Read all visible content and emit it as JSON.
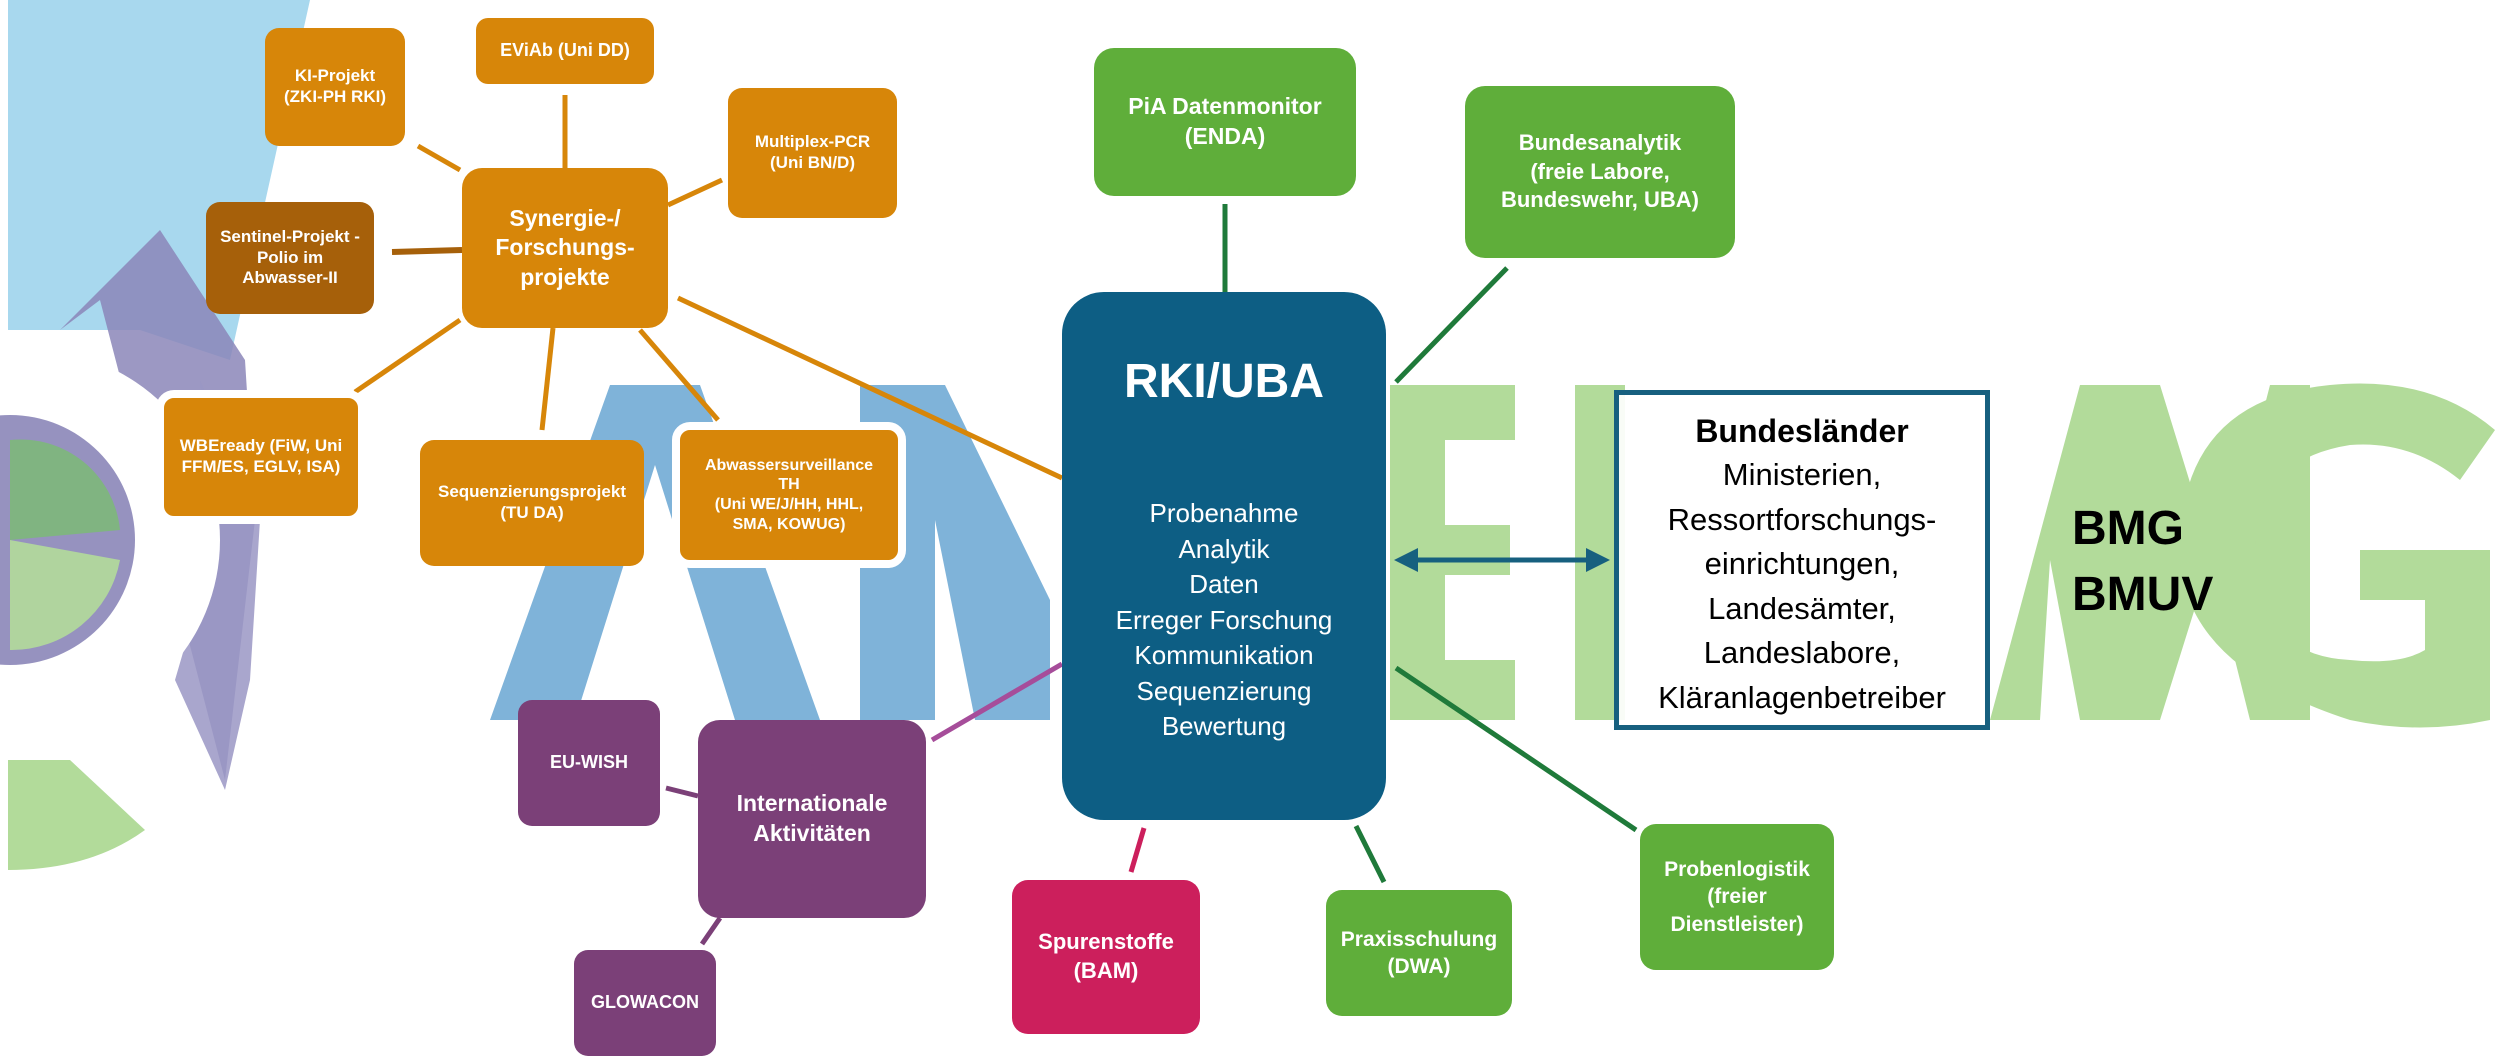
{
  "colors": {
    "hub": "#0d5e84",
    "orange": "#d78609",
    "brown": "#a6600a",
    "green": "#5fae3a",
    "purple": "#7b4078",
    "magenta": "#cc1f5c",
    "bundeslaender_border": "#17607f",
    "bg_blue": "#7fb3d9",
    "bg_green": "#b2db9a"
  },
  "hub": {
    "title": "RKI/UBA",
    "items": [
      "Probenahme",
      "Analytik",
      "Daten",
      "Erreger Forschung",
      "Kommunikation",
      "Sequenzierung",
      "Bewertung"
    ]
  },
  "bundeslaender": {
    "title": "Bundesländer",
    "items": [
      "Ministerien,",
      "Ressortforschungs-",
      "einrichtungen,",
      "Landesämter,",
      "Landeslabore,",
      "Kläranlagenbetreiber"
    ]
  },
  "ministries": {
    "line1": "BMG",
    "line2": "BMUV"
  },
  "partners": {
    "pia": [
      "PiA Datenmonitor",
      "(ENDA)"
    ],
    "bundesanalytik": [
      "Bundesanalytik",
      "(freie Labore,",
      "Bundeswehr, UBA)"
    ],
    "probenlogistik": [
      "Probenlogistik",
      "(freier",
      "Dienstleister)"
    ],
    "praxisschulung": [
      "Praxisschulung",
      "(DWA)"
    ],
    "spurenstoffe": [
      "Spurenstoffe",
      "(BAM)"
    ]
  },
  "research": {
    "synergie": [
      "Synergie-/",
      "Forschungs-",
      "projekte"
    ],
    "ki": [
      "KI-Projekt",
      "(ZKI-PH RKI)"
    ],
    "eviab": [
      "EViAb  (Uni DD)"
    ],
    "multiplex": [
      "Multiplex-PCR",
      "(Uni BN/D)"
    ],
    "sentinel": [
      "Sentinel-Projekt -",
      "Polio im",
      "Abwasser-II"
    ],
    "wbeready": [
      "WBEready (FiW, Uni",
      "FFM/ES, EGLV, ISA)"
    ],
    "sequenzierung": [
      "Sequenzierungsprojekt",
      "(TU DA)"
    ],
    "abwasser": [
      "Abwassersurveillance",
      "TH",
      "(Uni WE/J/HH, HHL,",
      "SMA, KOWUG)"
    ]
  },
  "international": {
    "main": [
      "Internationale",
      "Aktivitäten"
    ],
    "euwish": [
      "EU-WISH"
    ],
    "glowacon": [
      "GLOWACON"
    ]
  }
}
